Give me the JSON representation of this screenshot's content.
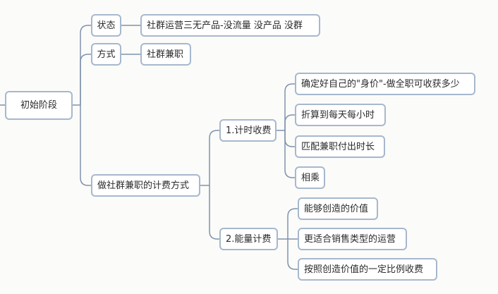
{
  "mindmap": {
    "root": "初始阶段",
    "branches": {
      "status": {
        "label": "状态",
        "detail": "社群运营三无产品-没流量 没产品 没群"
      },
      "method": {
        "label": "方式",
        "detail": "社群兼职"
      },
      "billing": {
        "label": "做社群兼职的计费方式",
        "time": {
          "label": "1.计时收费",
          "items": [
            "确定好自己的\"身价\"-做全职可收获多少",
            "折算到每天每小时",
            "匹配兼职付出时长",
            "相乘"
          ]
        },
        "capacity": {
          "label": "2.能量计费",
          "items": [
            "能够创造的价值",
            "更适合销售类型的运营",
            "按照创造价值的一定比例收费"
          ]
        }
      }
    }
  },
  "colors": {
    "line": "#7f93ad",
    "border": "#a7b8cd",
    "background": "#fbfbf9"
  }
}
